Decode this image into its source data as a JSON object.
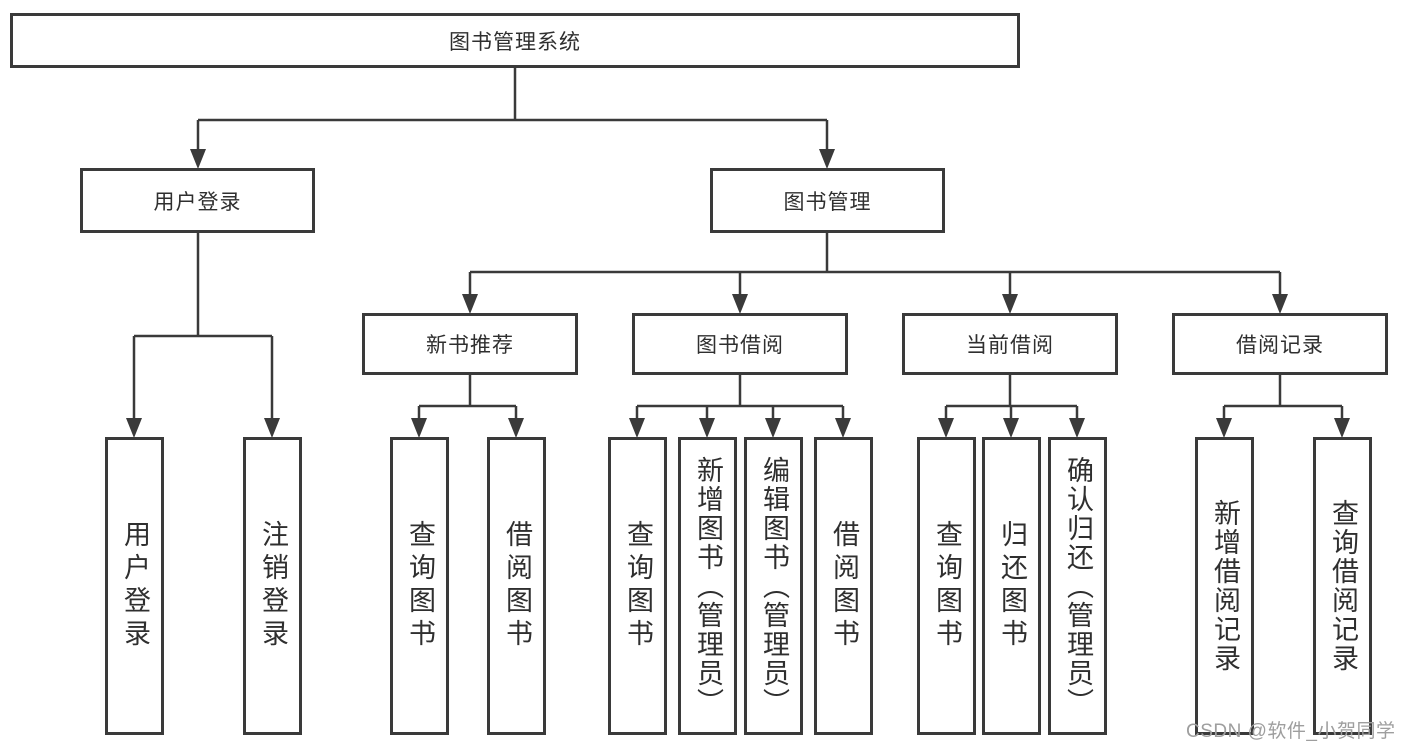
{
  "diagram": {
    "title": "图书管理系统",
    "watermark": "CSDN @软件_小贺同学",
    "colors": {
      "line": "#3a3a3a",
      "box_border": "#3a3a3a",
      "text": "#2f2f2f",
      "watermark": "#9e9e9e",
      "background": "#ffffff"
    }
  },
  "level2": {
    "user_login": {
      "label": "用户登录"
    },
    "book_management": {
      "label": "图书管理"
    }
  },
  "level3": {
    "new_book_recommend": {
      "label": "新书推荐"
    },
    "book_borrow": {
      "label": "图书借阅"
    },
    "current_borrow": {
      "label": "当前借阅"
    },
    "borrow_records": {
      "label": "借阅记录"
    }
  },
  "leaves": {
    "user_login": {
      "label": "用户登录"
    },
    "logout": {
      "label": "注销登录"
    },
    "nbr_query_books": {
      "label": "查询图书"
    },
    "nbr_borrow_books": {
      "label": "借阅图书"
    },
    "bb_query_books": {
      "label": "查询图书"
    },
    "bb_add_books": {
      "label": "新增图书（管理员）"
    },
    "bb_edit_books": {
      "label": "编辑图书（管理员）"
    },
    "bb_borrow_books": {
      "label": "借阅图书"
    },
    "cb_query_books": {
      "label": "查询图书"
    },
    "cb_return_books": {
      "label": "归还图书"
    },
    "cb_confirm_return": {
      "label": "确认归还（管理员）"
    },
    "br_add_record": {
      "label": "新增借阅记录"
    },
    "br_query_record": {
      "label": "查询借阅记录"
    }
  }
}
